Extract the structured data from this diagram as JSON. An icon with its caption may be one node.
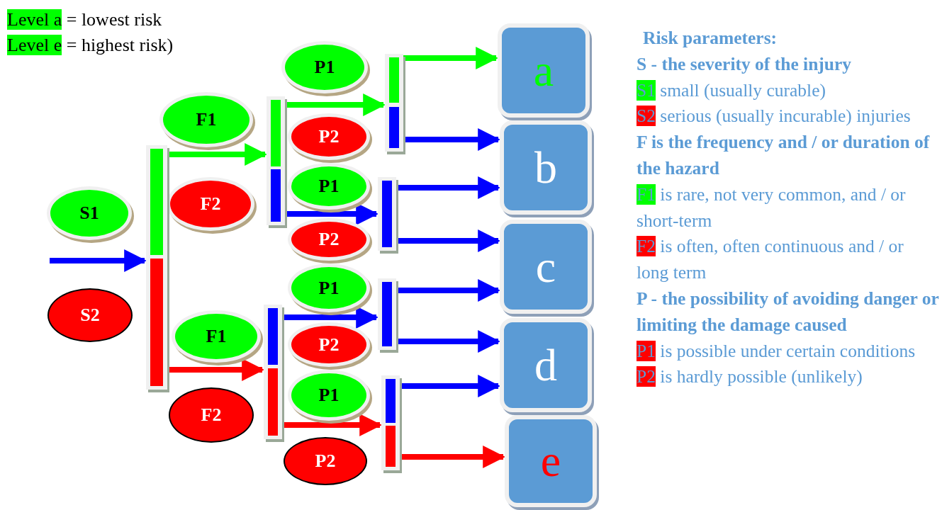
{
  "diagram": {
    "nodes": [
      {
        "text": [
          "S1"
        ]
      },
      {
        "text": [
          "S2"
        ]
      },
      {
        "text": [
          "F1"
        ]
      },
      {
        "text": [
          "F2"
        ]
      },
      {
        "text": [
          "F1"
        ]
      },
      {
        "text": [
          "F2"
        ]
      },
      {
        "text": [
          "P1"
        ]
      },
      {
        "text": [
          "P2"
        ]
      },
      {
        "text": [
          "P1"
        ]
      },
      {
        "text": [
          "P2"
        ]
      },
      {
        "text": [
          "P1"
        ]
      },
      {
        "text": [
          "P2"
        ]
      },
      {
        "text": [
          "P1"
        ]
      },
      {
        "text": [
          "P2"
        ]
      },
      {
        "text": [
          "a"
        ]
      },
      {
        "text": [
          "b"
        ]
      },
      {
        "text": [
          "c"
        ]
      },
      {
        "text": [
          "d"
        ]
      },
      {
        "text": [
          "e"
        ]
      },
      {
        "text": [],
        "shape": "bar"
      },
      {
        "text": [],
        "shape": "bar"
      },
      {
        "text": [],
        "shape": "bar"
      },
      {
        "text": [],
        "shape": "bar"
      },
      {
        "text": [],
        "shape": "bar"
      },
      {
        "text": [],
        "shape": "bar"
      },
      {
        "text": [],
        "shape": "bar"
      }
    ],
    "edges": [
      {
        "from": null,
        "to": 19,
        "arrow": "to"
      },
      {
        "from": 19,
        "to": 20,
        "arrow": "to",
        "color": "#00ff00"
      },
      {
        "from": 19,
        "to": 21,
        "arrow": "to",
        "color": "#ff0000"
      },
      {
        "from": 20,
        "to": 22,
        "arrow": "to",
        "color": "#00ff00"
      },
      {
        "from": 20,
        "to": 23,
        "arrow": "to"
      },
      {
        "from": 21,
        "to": 24,
        "arrow": "to"
      },
      {
        "from": 21,
        "to": 25,
        "arrow": "to",
        "color": "#ff0000"
      },
      {
        "from": 22,
        "to": 14,
        "arrow": "to",
        "color": "#00ff00"
      },
      {
        "from": 22,
        "to": 15,
        "arrow": "to"
      },
      {
        "from": 23,
        "to": 15,
        "arrow": "to"
      },
      {
        "from": 23,
        "to": 16,
        "arrow": "to"
      },
      {
        "from": 24,
        "to": 16,
        "arrow": "to"
      },
      {
        "from": 24,
        "to": 17,
        "arrow": "to"
      },
      {
        "from": 25,
        "to": 17,
        "arrow": "to"
      },
      {
        "from": 25,
        "to": 18,
        "arrow": "to",
        "color": "#ff0000"
      }
    ],
    "labels": [
      "Level a",
      "= lowest risk",
      "Level e",
      "= highest risk)",
      "Risk parameters:",
      "S - the severity of the injury",
      "S1",
      "small (usually curable)",
      "S2",
      "serious (usually incurable) injuries",
      "F is the frequency and / or duration of the hazard",
      "F1",
      "is rare, not very common, and / or short-term",
      "F2",
      "is often, often continuous and / or long term",
      "P - the possibility of avoiding danger or limiting the damage caused",
      "P1",
      "is possible under certain conditions",
      "P2",
      "is hardly possible (unlikely)"
    ]
  }
}
